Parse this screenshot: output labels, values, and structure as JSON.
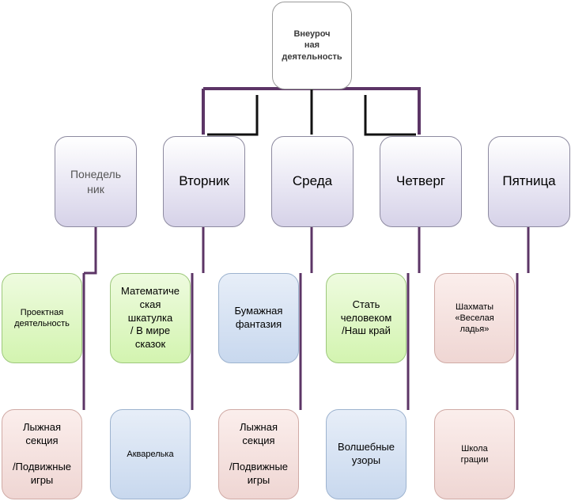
{
  "root": {
    "label": "Внеуроч\nная\nдеятельность"
  },
  "days": [
    {
      "label": "Понедель\nник"
    },
    {
      "label": "Вторник"
    },
    {
      "label": "Среда"
    },
    {
      "label": "Четверг"
    },
    {
      "label": "Пятница"
    }
  ],
  "activities": [
    [
      {
        "label": "Проектная\nдеятельность"
      },
      {
        "label": "Лыжная\nсекция\n\n/Подвижные\nигры"
      }
    ],
    [
      {
        "label": "Математиче\nская\nшкатулка\n/ В мире\nсказок"
      },
      {
        "label": "Акварелька"
      }
    ],
    [
      {
        "label": "Бумажная\nфантазия"
      },
      {
        "label": "Лыжная\nсекция\n\n/Подвижные\nигры"
      }
    ],
    [
      {
        "label": "Стать\nчеловеком\n/Наш край"
      },
      {
        "label": "Волшебные\nузоры"
      }
    ],
    [
      {
        "label": "Шахматы\n«Веселая\nладья»"
      },
      {
        "label": "Школа\nграции"
      }
    ]
  ],
  "colors": {
    "connector": "#5c3566",
    "connector_dark": "#111111",
    "activity_green": "#d3f4b0",
    "activity_blue": "#c8d8ee",
    "activity_pink": "#efd6d3",
    "day_fill": "#d6d2e8"
  }
}
